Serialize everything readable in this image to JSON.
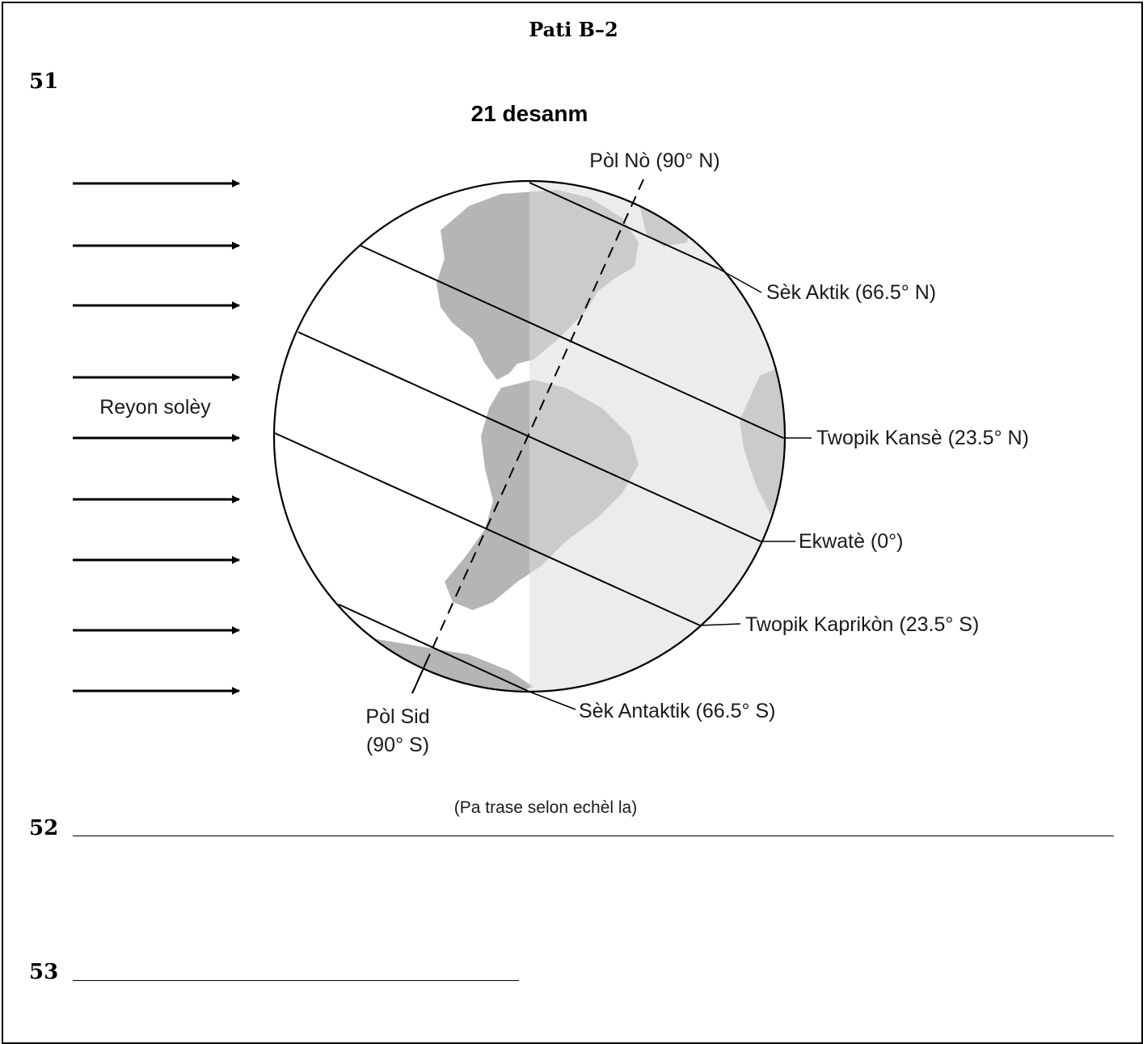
{
  "header": {
    "part_title": "Pati B–2"
  },
  "questions": {
    "q51": {
      "number": "51"
    },
    "q52": {
      "number": "52"
    },
    "q53": {
      "number": "53"
    }
  },
  "diagram": {
    "title": "21 desanm",
    "sun_rays_label": "Reyon solèy",
    "north_pole": "Pòl Nò (90° N)",
    "arctic_circle": "Sèk Aktik (66.5° N)",
    "tropic_cancer": "Twopik Kansè (23.5° N)",
    "equator": "Ekwatè (0°)",
    "tropic_capricorn": "Twopik Kaprikòn (23.5° S)",
    "antarctic_circle": "Sèk Antaktik (66.5° S)",
    "south_pole_line1": "Pòl Sid",
    "south_pole_line2": "(90° S)",
    "scale_note": "(Pa trase selon echèl la)",
    "colors": {
      "land": "#b5b5b5",
      "night_shade": "#dcdcdc",
      "lines": "#000000"
    }
  }
}
